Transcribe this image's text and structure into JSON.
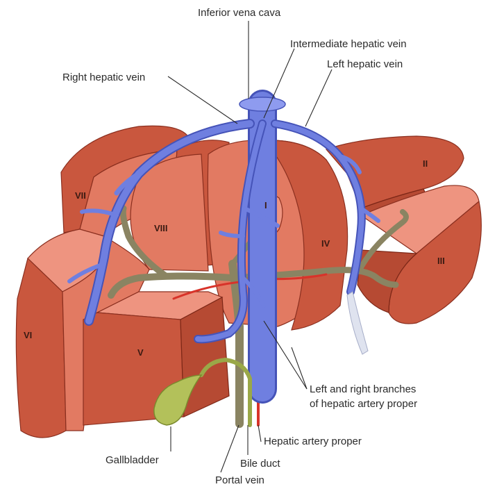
{
  "labels": {
    "ivc": "Inferior vena cava",
    "intermediate": "Intermediate hepatic vein",
    "left_vein": "Left hepatic vein",
    "right_vein": "Right hepatic vein",
    "branches_line1": "Left and right branches",
    "branches_line2": "of hepatic artery proper",
    "artery_proper": "Hepatic artery proper",
    "gallbladder": "Gallbladder",
    "bile_duct": "Bile duct",
    "portal_vein": "Portal vein"
  },
  "segments": {
    "I": "I",
    "II": "II",
    "III": "III",
    "IV": "IV",
    "V": "V",
    "VI": "VI",
    "VII": "VII",
    "VIII": "VIII"
  },
  "colors": {
    "liver": "#c9573e",
    "hepatic_vein": "#6f7fe0",
    "portal_vein": "#8a8462",
    "hepatic_artery": "#d8332a",
    "gallbladder": "#b3c15a"
  }
}
